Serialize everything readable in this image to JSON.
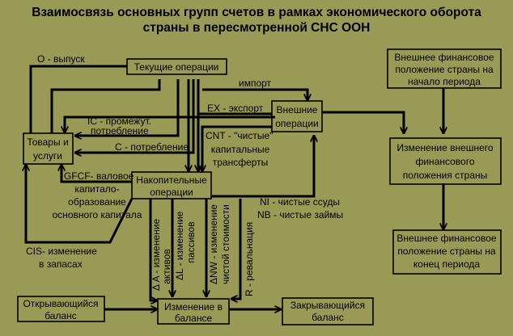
{
  "title": {
    "line1": "Взаимосвязь основных групп счетов в рамках экономического оборота",
    "line2": "страны в пересмотренной СНС ООН"
  },
  "colors": {
    "background": "#999a56",
    "stroke": "#000000"
  },
  "boxes": {
    "current": "Текущие операции",
    "goods": [
      "Товары и",
      "услуги"
    ],
    "external": [
      "Внешние",
      "операции"
    ],
    "accumulation": [
      "Накопительные",
      "операции"
    ],
    "ext_start": [
      "Внешнее финансовое",
      "положение страны на",
      "начало периода"
    ],
    "ext_change": [
      "Изменение внешнего",
      "финансового",
      "положения страны"
    ],
    "ext_end": [
      "Внешнее финансовое",
      "положение страны на",
      "конец периода"
    ],
    "opening": [
      "Открывающийся",
      "баланс"
    ],
    "balance_change": [
      "Изменение в",
      "балансе"
    ],
    "closing": [
      "Закрывающийся",
      "баланс"
    ]
  },
  "labels": {
    "output": "O - выпуск",
    "import": "импорт",
    "export": "EX - экспорт",
    "ic": [
      "IC - промежут.",
      "потребление"
    ],
    "consumption": "C - потребление",
    "cnt": [
      "CNT - \"чистые\"",
      "капитальные",
      "трансферты"
    ],
    "gfcf": [
      "GFCF- валовое",
      "капитало-",
      "образование",
      "основного капитала"
    ],
    "cis": [
      "CIS- изменение",
      "в запасах"
    ],
    "ni": "NI - чистые ссуды",
    "nb": "NB - чистые займы",
    "da": [
      "Δ A - изменение",
      "активов"
    ],
    "dl": [
      "ΔL - изменение",
      "пассивов"
    ],
    "dnw": [
      "ΔNW - изменение",
      "чистой стоимости"
    ],
    "r": "R - ревальнация"
  }
}
